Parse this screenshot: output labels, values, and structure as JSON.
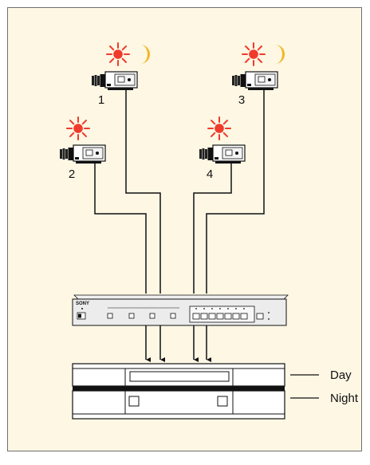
{
  "colors": {
    "panel_bg": "#fdf7e4",
    "panel_border": "#6f6f6f",
    "sun": "#ef3b2c",
    "moon": "#f2b51d",
    "wire": "#111111"
  },
  "cameras": [
    {
      "label": "1",
      "icons": [
        "sun-icon",
        "moon-icon"
      ]
    },
    {
      "label": "2",
      "icons": [
        "sun-icon"
      ]
    },
    {
      "label": "3",
      "icons": [
        "sun-icon",
        "moon-icon"
      ]
    },
    {
      "label": "4",
      "icons": [
        "sun-icon"
      ]
    }
  ],
  "switcher": {
    "brand": "SONY"
  },
  "recorder": {
    "outputs": [
      {
        "label": "Day"
      },
      {
        "label": "Night"
      }
    ]
  }
}
